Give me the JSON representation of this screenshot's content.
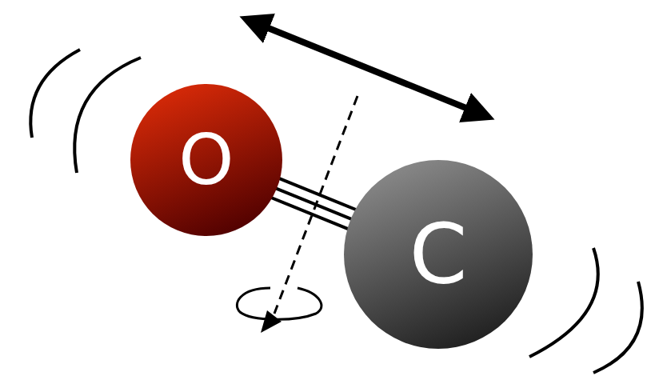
{
  "diagram": {
    "nodes": [
      {
        "text": [
          "O"
        ]
      },
      {
        "text": [
          "C"
        ]
      }
    ],
    "edges": [
      {
        "from": 0,
        "to": 1,
        "arrow": "none"
      }
    ]
  }
}
